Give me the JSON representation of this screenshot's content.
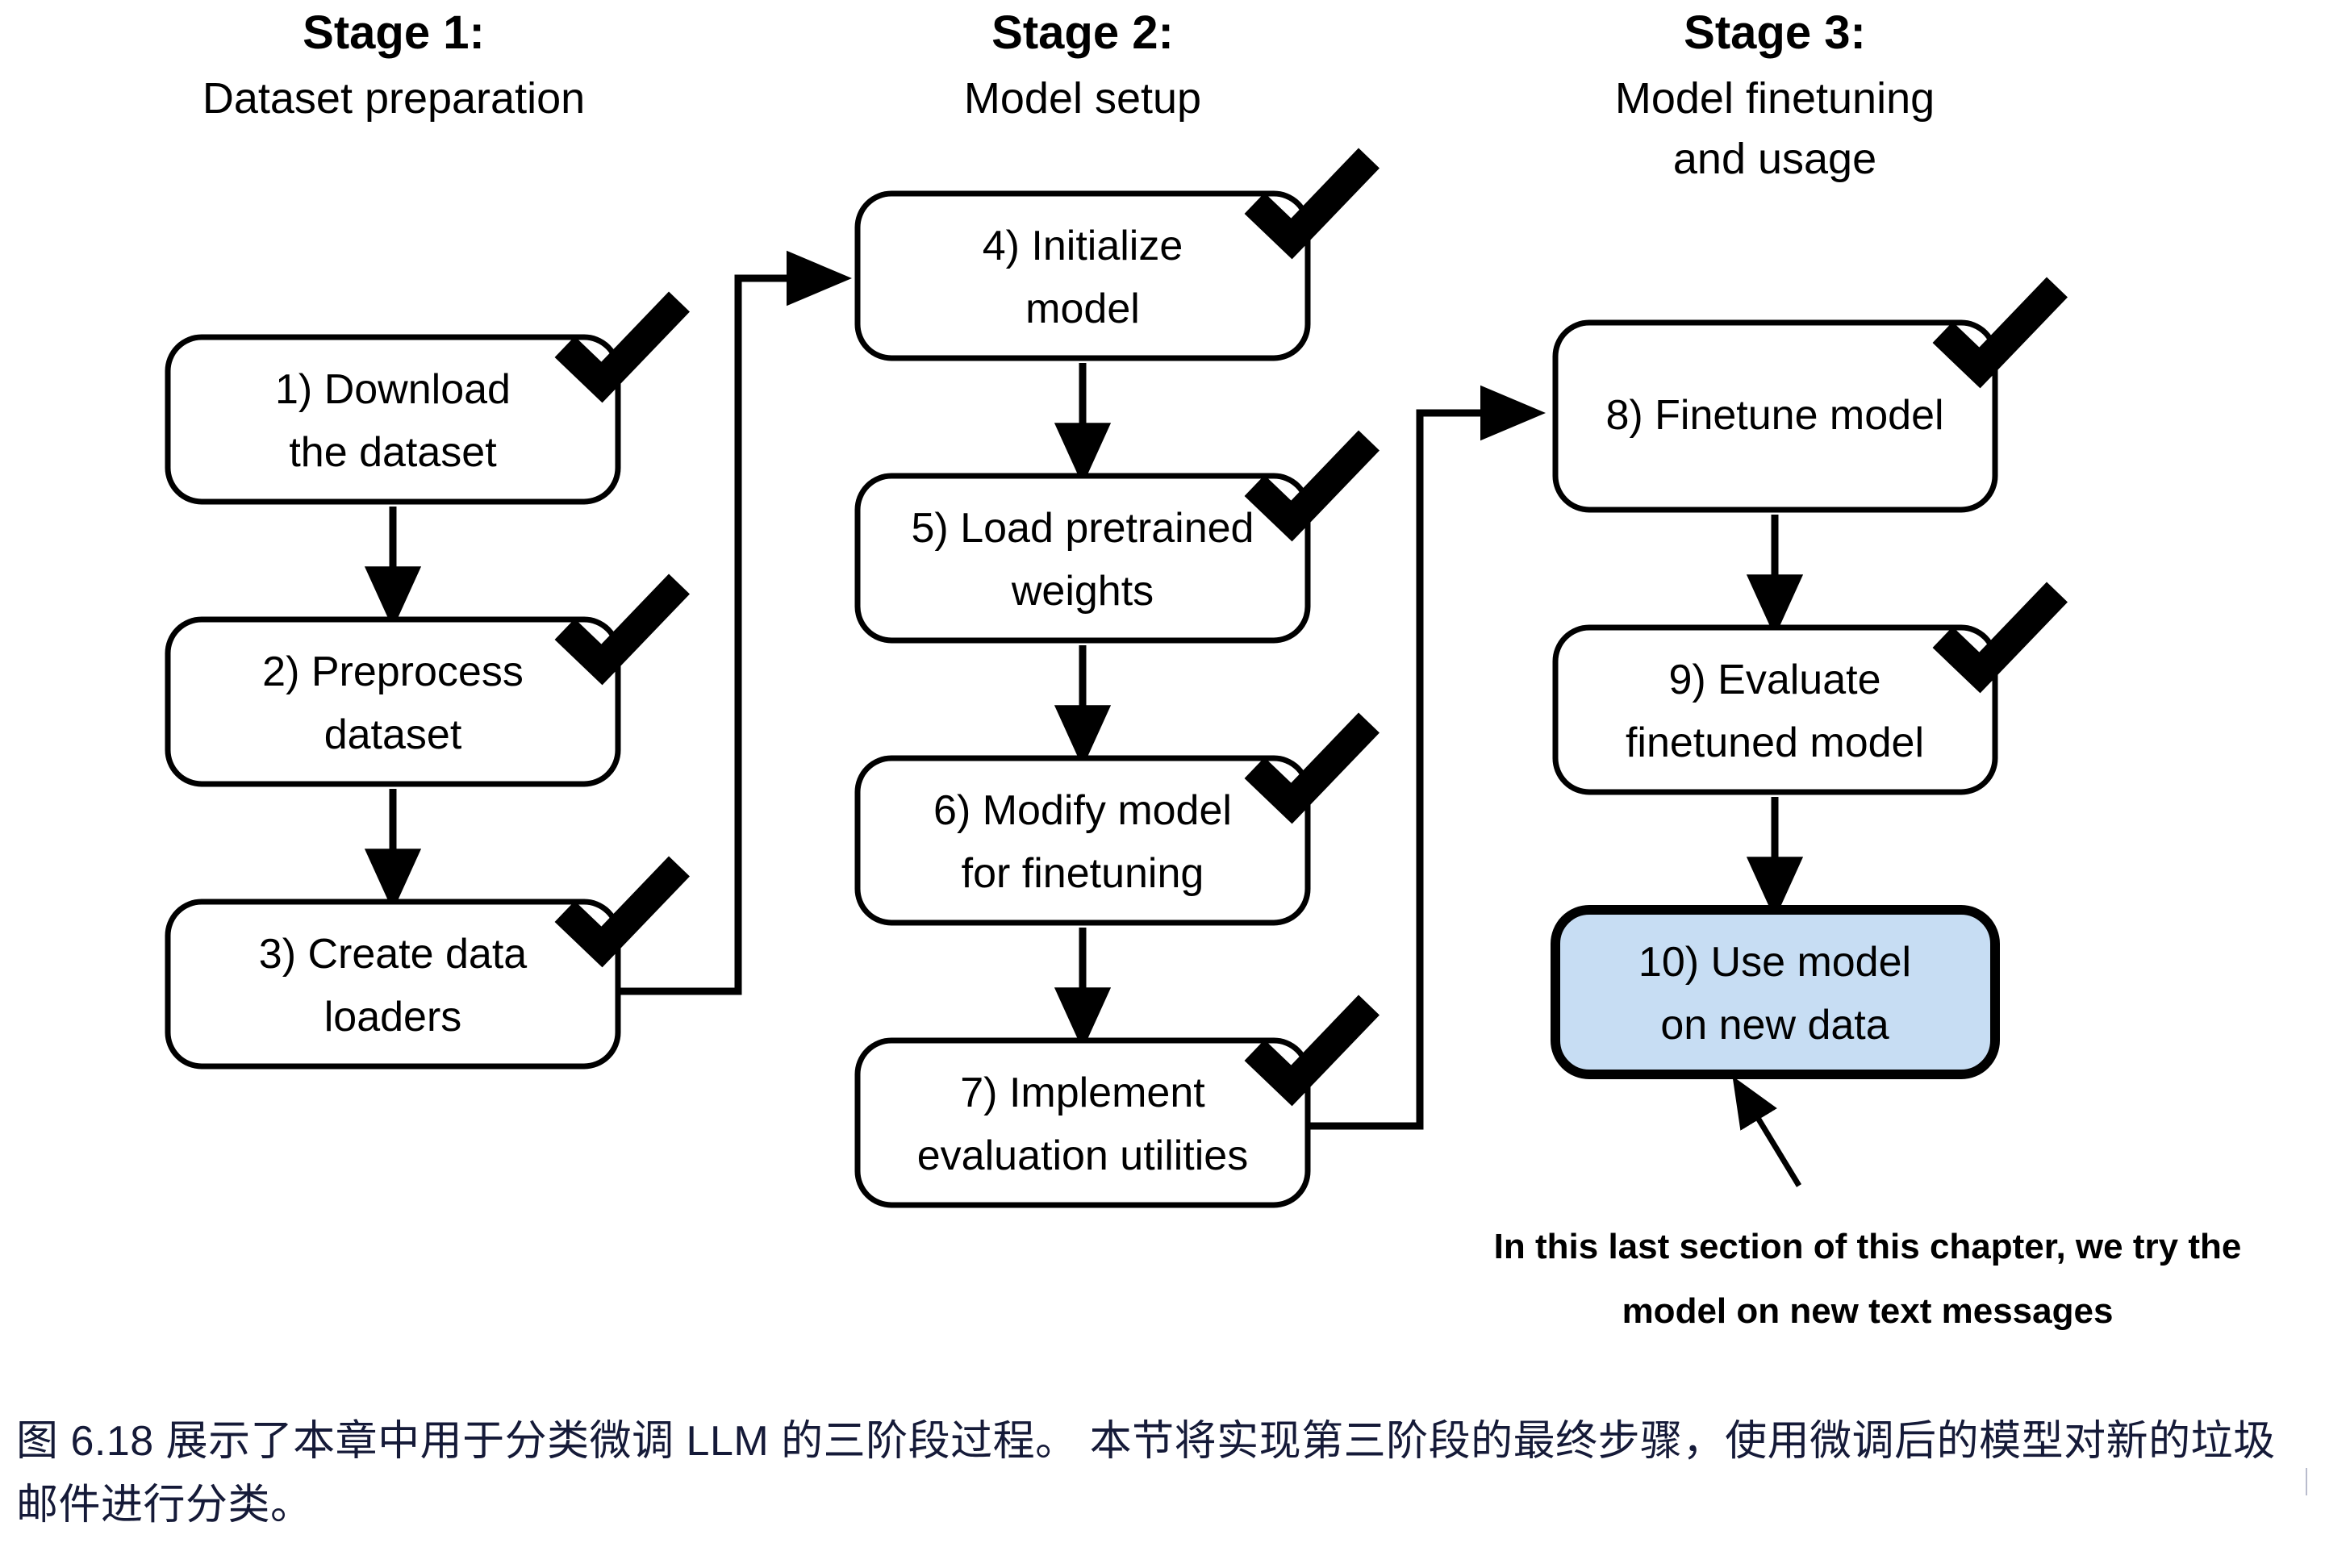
{
  "figure": {
    "stages": [
      {
        "id": "stage-1",
        "title": "Stage 1:",
        "subtitle_lines": [
          "Dataset preparation"
        ],
        "steps": [
          {
            "id": "step-1",
            "lines": [
              "1) Download",
              "the dataset"
            ],
            "checked": true,
            "highlight": false
          },
          {
            "id": "step-2",
            "lines": [
              "2) Preprocess",
              "dataset"
            ],
            "checked": true,
            "highlight": false
          },
          {
            "id": "step-3",
            "lines": [
              "3) Create data",
              "loaders"
            ],
            "checked": true,
            "highlight": false
          }
        ]
      },
      {
        "id": "stage-2",
        "title": "Stage 2:",
        "subtitle_lines": [
          "Model setup"
        ],
        "steps": [
          {
            "id": "step-4",
            "lines": [
              "4) Initialize",
              "model"
            ],
            "checked": true,
            "highlight": false
          },
          {
            "id": "step-5",
            "lines": [
              "5) Load pretrained",
              "weights"
            ],
            "checked": true,
            "highlight": false
          },
          {
            "id": "step-6",
            "lines": [
              "6) Modify model",
              "for finetuning"
            ],
            "checked": true,
            "highlight": false
          },
          {
            "id": "step-7",
            "lines": [
              "7) Implement",
              "evaluation utilities"
            ],
            "checked": true,
            "highlight": false
          }
        ]
      },
      {
        "id": "stage-3",
        "title": "Stage 3:",
        "subtitle_lines": [
          "Model finetuning",
          "and usage"
        ],
        "steps": [
          {
            "id": "step-8",
            "lines": [
              "8) Finetune model"
            ],
            "checked": true,
            "highlight": false
          },
          {
            "id": "step-9",
            "lines": [
              "9) Evaluate",
              "finetuned model"
            ],
            "checked": true,
            "highlight": false
          },
          {
            "id": "step-10",
            "lines": [
              "10) Use model",
              "on new data"
            ],
            "checked": false,
            "highlight": true
          }
        ]
      }
    ],
    "annotation": {
      "lines": [
        "In this last section of this chapter, we try the",
        "model on new text messages"
      ]
    },
    "icons": {
      "check": "checkmark-icon",
      "arrow_down": "arrow-down-icon",
      "arrow_right": "arrow-right-icon",
      "pointer": "annotation-arrow-icon"
    },
    "colors": {
      "highlight_fill": "#c7ddf3",
      "stroke": "#000000",
      "background": "#ffffff",
      "caption_text": "#151a38"
    }
  },
  "caption": {
    "text": "图 6.18 展示了本章中用于分类微调 LLM 的三阶段过程。 本节将实现第三阶段的最终步骤，使用微调后的模型对新的垃圾邮件进行分类。"
  }
}
